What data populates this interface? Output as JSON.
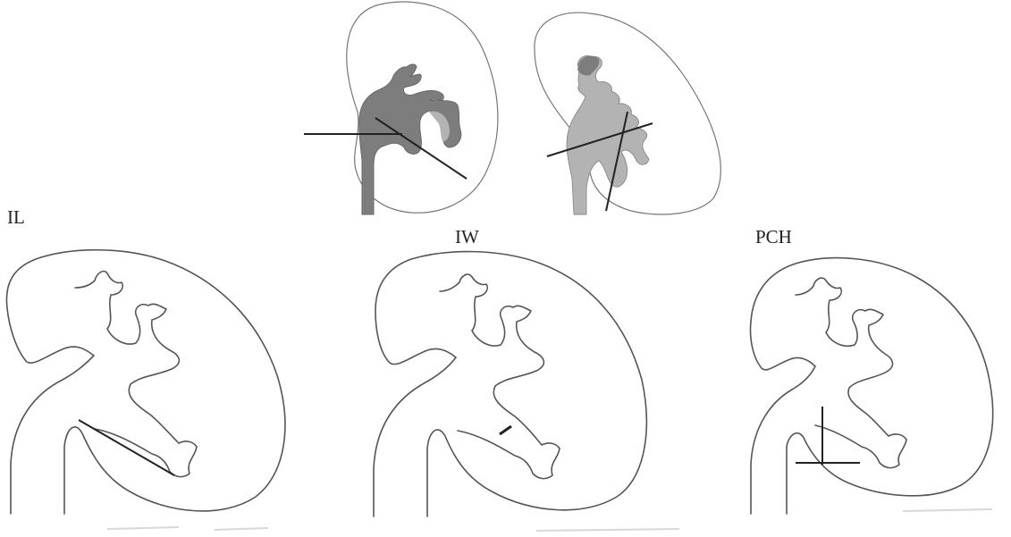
{
  "labels": {
    "il": "IL",
    "iw": "IW",
    "pch": "PCH"
  },
  "colors": {
    "outline": "#555555",
    "measure": "#111111",
    "collecting_system_dark": "#7d7d7d",
    "collecting_system_light": "#b3b3b3"
  }
}
